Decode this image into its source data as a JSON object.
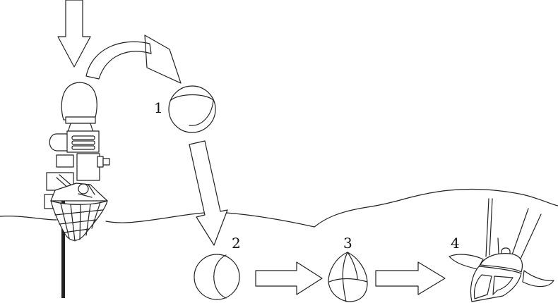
{
  "labels": {
    "step1": "1",
    "step2": "2",
    "step3": "3",
    "step4": "4"
  },
  "colors": {
    "line": "#222222",
    "background": "#ffffff"
  }
}
